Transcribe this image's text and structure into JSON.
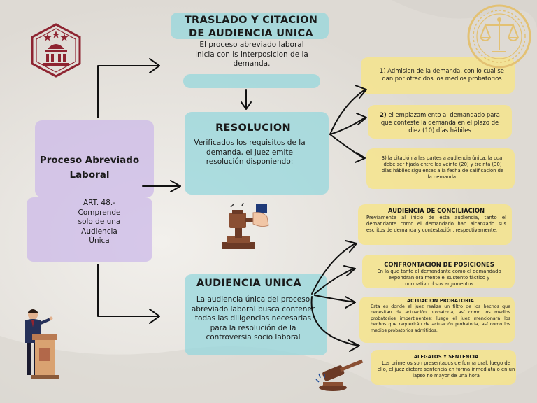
{
  "header": {
    "title": "TRASLADO Y CITACION DE AUDIENCIA UNICA",
    "text": "El proceso abreviado laboral inicia con ls interposicion de la demanda."
  },
  "resolucion": {
    "title": "RESOLUCION",
    "text": "Verificados los requisitos de la demanda, el juez emite resolución disponiendo:"
  },
  "audiencia": {
    "title": "AUDIENCIA UNICA",
    "text": "La audiencia única del proceso abreviado laboral busca contener todas las diligencias necesarias para la resolución de la controversia socio laboral"
  },
  "left": {
    "title": "Proceso Abreviado Laboral",
    "art": "ART. 48.- Comprende solo de una Audiencia Única"
  },
  "resolucion_items": [
    {
      "text": "1) Admision de la demanda, con lo cual se dan por ofrecidos los medios probatorios"
    },
    {
      "prefix": "2)",
      "text": " el emplazamiento al demandado para que conteste la demanda en el plazo de diez (10) días hábiles"
    },
    {
      "text": "3) la citación a las partes a audiencia única, la cual debe ser fijada entre los veinte (20) y treinta (30) días hábiles siguientes a la fecha de calificación de la demanda."
    }
  ],
  "audiencia_items": [
    {
      "title": "AUDIENCIA DE CONCILIACION",
      "text": "Previamente al inicio de esta audiencia, tanto el demandante como el demandado han alcanzado sus escritos de demanda y contestación, respectivamente."
    },
    {
      "title": "CONFRONTACION DE POSICIONES",
      "text": "En la que tanto el demandante como el demandado expondran oralmente el sustento fáctico y normativo d sus argumentos"
    },
    {
      "title": "ACTUACION PROBATORIA",
      "text": "Esta es donde el juez realiza un filtro de los hechos que necesitan de actuación probatoria, así como los medios probatorios impertinentes; luego el juez mencionará los hechos que requerirán de actuación probatoria, así como los medios probatorios admitidos."
    },
    {
      "title": "ALEGATOS Y SENTENCIA",
      "text": "Los primeros son presentados de forma oral. luego de ello, el juez dictara sentencia en forma inmediata o en un lapso no mayor de una hora"
    }
  ],
  "icons": {
    "courthouse": "courthouse-icon",
    "scales": "scales-icon",
    "gavel_hand": "gavel-hand-icon",
    "gavel": "gavel-icon",
    "speaker": "speaker-podium-icon"
  },
  "colors": {
    "accent_red": "#8e2431",
    "gold": "#e3c173",
    "blue_brush": "#96d7dc",
    "lilac_brush": "#ccbae8",
    "yellow_brush": "#f6e48c"
  }
}
